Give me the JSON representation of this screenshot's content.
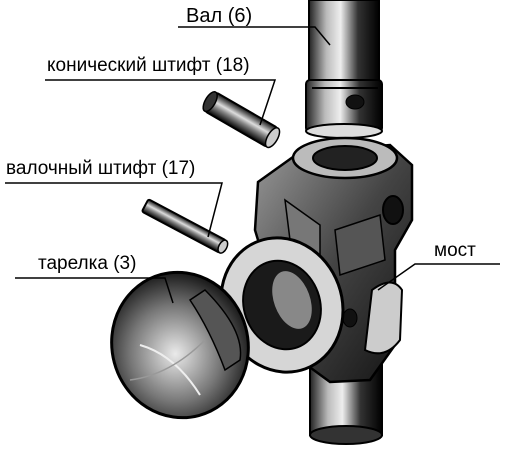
{
  "labels": {
    "shaft": "Вал (6)",
    "taper_pin": "конический штифт (18)",
    "shaft_pin": "валочный штифт (17)",
    "plate": "тарелка (3)",
    "bridge": "мост"
  },
  "colors": {
    "ink": "#000000",
    "paper": "#ffffff",
    "shade_dark": "#1a1a1a",
    "shade_mid": "#6e6e6e",
    "shade_light": "#c9c9c9"
  }
}
